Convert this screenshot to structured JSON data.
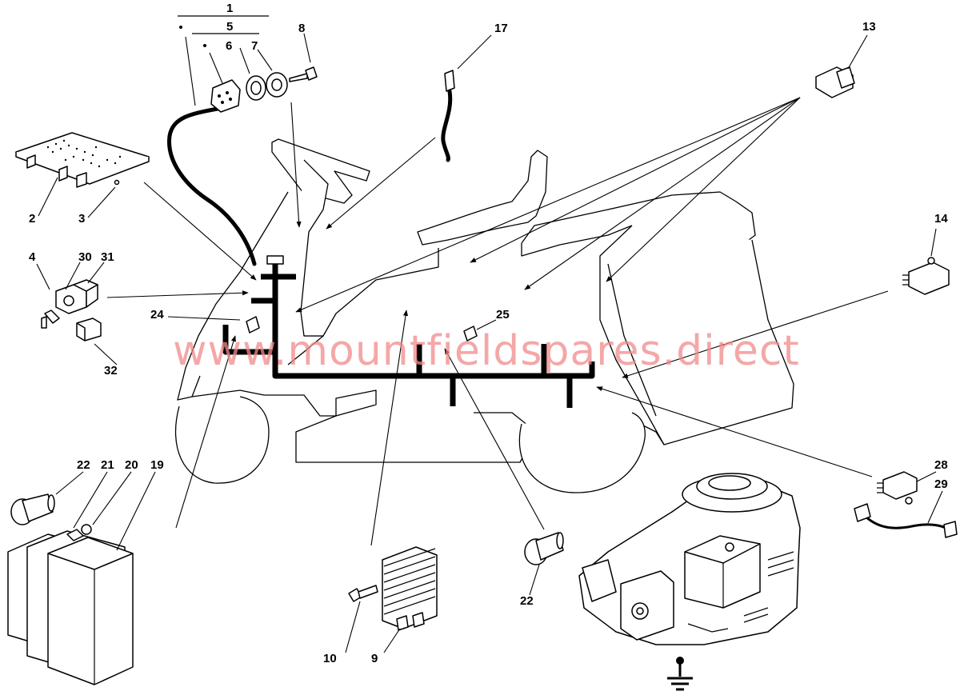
{
  "diagram": {
    "watermark": "www.mountfieldspares.direct",
    "callouts": {
      "c1": "1",
      "c5": "5",
      "c6": "6",
      "c7": "7",
      "c8": "8",
      "c17": "17",
      "c13": "13",
      "c2": "2",
      "c3": "3",
      "c4": "4",
      "c30": "30",
      "c31": "31",
      "c32": "32",
      "c24": "24",
      "c25": "25",
      "c14": "14",
      "c22a": "22",
      "c21": "21",
      "c20": "20",
      "c19": "19",
      "c28": "28",
      "c29": "29",
      "c22b": "22",
      "c10": "10",
      "c9": "9"
    },
    "colors": {
      "line": "#000000",
      "background": "#ffffff",
      "watermark": "#f08a8a"
    }
  }
}
